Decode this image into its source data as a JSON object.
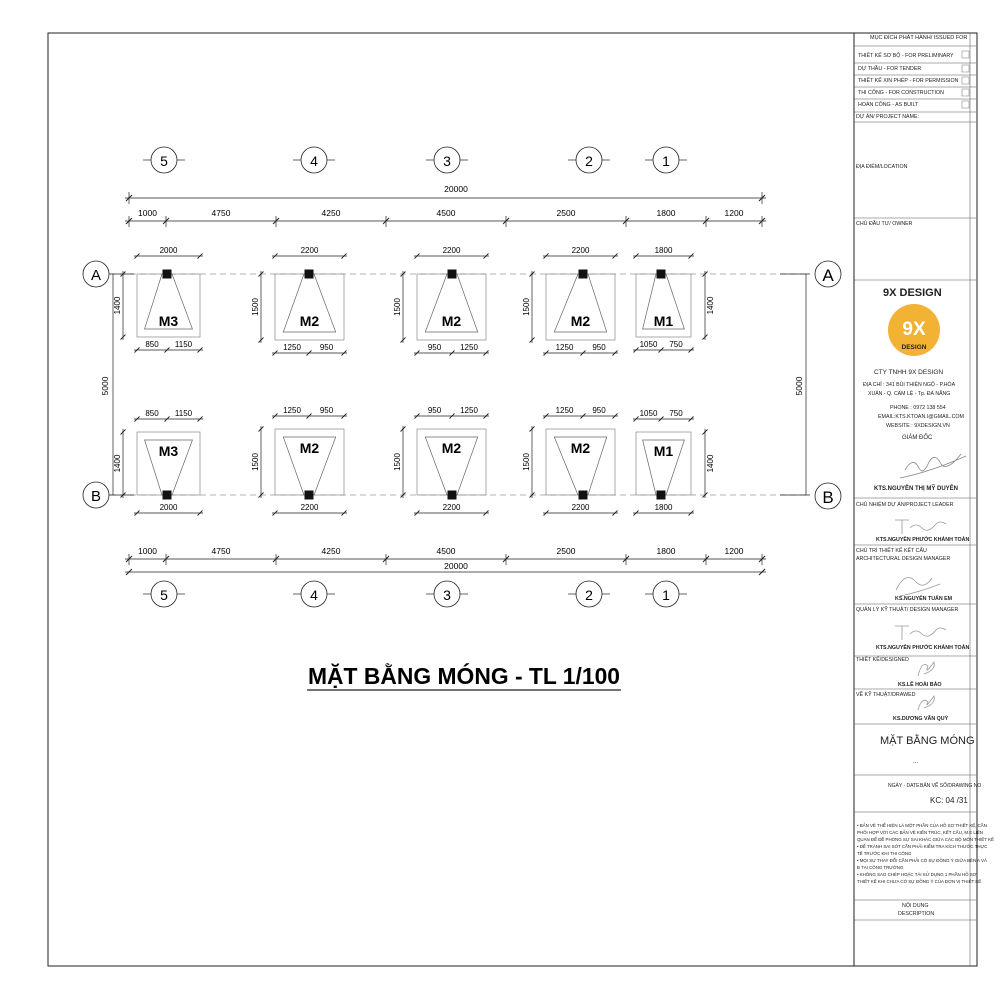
{
  "title_block": {
    "issued_for_header": "MỤC ĐÍCH PHÁT HÀNH/ ISSUED FOR",
    "issued_for": [
      "THIẾT KẾ SƠ BỘ - FOR PRELIMINARY",
      "DỰ THẦU - FOR TENDER",
      "THIẾT KẾ XIN PHÉP - FOR PERMISSION",
      "THI CÔNG - FOR CONSTRUCTION",
      "HOÀN CÔNG - AS BUILT"
    ],
    "project_name_label": "DỰ ÁN/ PROJECT NAME:",
    "location_label": "ĐỊA ĐIỂM/LOCATION",
    "owner_label": "CHỦ ĐẦU TƯ/ OWNER",
    "company_brand": "9X DESIGN",
    "logo_big": "9X",
    "logo_small": "DESIGN",
    "logo_color": "#f2b233",
    "company_name": "CTY TNHH 9X DESIGN",
    "address_1": "ĐỊA CHỈ : 341 BÙI THIỆN NGỘ - P.HÒA",
    "address_2": "XUÂN - Q. CẨM LỆ - Tp. ĐÀ NẴNG",
    "phone": "PHONE : 0972 138 554",
    "email": "EMAIL:KTS.KTOAN.I@GMAIL.COM",
    "website": "WEBSITE : 9XDESIGN.VN",
    "director_label": "GIÁM ĐỐC",
    "director_name": "KTS.NGUYỄN THỊ MỸ DUYÊN",
    "project_leader_label": "CHỦ NHIỆM DỰ ÁN/PROJECT LEADER",
    "project_leader_name": "KTS.NGUYỄN PHƯỚC KHÁNH TOÀN",
    "arch_manager_label_1": "CHỦ TRÌ THIẾT KẾ KẾT CẤU",
    "arch_manager_label_2": "ARCHITECTURAL DESIGN MANAGER",
    "arch_manager_name": "KS.NGUYỄN TUẤN EM",
    "tech_manager_label": "QUẢN LÝ KỸ THUẬT/ DESIGN MANAGER",
    "tech_manager_name": "KTS.NGUYỄN PHƯỚC KHÁNH TOÀN",
    "designed_label": "THIẾT KẾ/DESIGNED",
    "designed_name": "KS.LÊ HOÀI BẢO",
    "drawn_label": "VẼ KỸ THUẬT/DRAWED",
    "drawn_name": "KS.DƯƠNG VĂN QUÝ",
    "drawing_title": "MẶT BẰNG MÓNG",
    "drawing_title_sub": "...",
    "date_label": "NGÀY - DATE",
    "drawing_no_label": "BẢN VẼ SỐ/DRAWING NO",
    "drawing_no": "KC: 04 /31",
    "notes": [
      "• BẢN VẼ THỂ HIỆN LÀ MỘT PHẦN CỦA HỒ SƠ THIẾT KẾ, CẦN",
      "PHỐI HỢP VỚI CÁC BẢN VẼ KIẾN TRÚC, KẾT CẤU, M.E LIÊN",
      "QUAN ĐỂ ĐỀ PHÒNG SỰ SAI KHÁC GIỮA CÁC BỘ MÔN THIẾT KẾ",
      "• ĐỂ TRÁNH SAI SÓT CẦN PHẢI KIỂM TRA KÍCH THƯỚC THỰC",
      "TẾ TRƯỚC KHI THI CÔNG",
      "• MỌI SỰ THAY ĐỔI CẦN PHẢI CÓ SỰ ĐỒNG Ý GIỮA BÊN A VÀ",
      "B TẠI CÔNG TRƯỜNG",
      "• KHÔNG SAO CHÉP HOẶC TÁI SỬ DỤNG 1 PHẦN HỒ SƠ",
      "THIẾT KẾ KHI CHƯA CÓ SỰ ĐỒNG Ý CỦA ĐƠN VỊ THIẾT KẾ"
    ],
    "content_label": "NỘI DUNG",
    "description_label": "DESCRIPTION"
  },
  "plan": {
    "title": "MẶT BẰNG MÓNG  -  TL 1/100",
    "axes_x": [
      "5",
      "4",
      "3",
      "2",
      "1"
    ],
    "axes_y": [
      "A",
      "B"
    ],
    "overall_dim": "20000",
    "chain_dims": [
      "1000",
      "4750",
      "4250",
      "4500",
      "2500",
      "1800",
      "1200"
    ],
    "side_dim": "5000",
    "footings_top": [
      {
        "label": "M3",
        "width_dim": "2000",
        "split": [
          "850",
          "1150"
        ],
        "height_dim": "1400"
      },
      {
        "label": "M2",
        "width_dim": "2200",
        "split": [
          "1250",
          "950"
        ],
        "height_dim": "1500"
      },
      {
        "label": "M2",
        "width_dim": "2200",
        "split": [
          "950",
          "1250"
        ],
        "height_dim": "1500"
      },
      {
        "label": "M2",
        "width_dim": "2200",
        "split": [
          "1250",
          "950"
        ],
        "height_dim": "1500"
      },
      {
        "label": "M1",
        "width_dim": "1800",
        "split": [
          "1050",
          "750"
        ],
        "height_dim": "1400"
      }
    ],
    "footings_bottom": [
      {
        "label": "M3",
        "width_dim": "2000",
        "split": [
          "850",
          "1150"
        ],
        "height_dim": "1400"
      },
      {
        "label": "M2",
        "width_dim": "2200",
        "split": [
          "1250",
          "950"
        ],
        "height_dim": "1500"
      },
      {
        "label": "M2",
        "width_dim": "2200",
        "split": [
          "950",
          "1250"
        ],
        "height_dim": "1500"
      },
      {
        "label": "M2",
        "width_dim": "2200",
        "split": [
          "1250",
          "950"
        ],
        "height_dim": "1500"
      },
      {
        "label": "M1",
        "width_dim": "1800",
        "split": [
          "1050",
          "750"
        ],
        "height_dim": "1400"
      }
    ]
  }
}
